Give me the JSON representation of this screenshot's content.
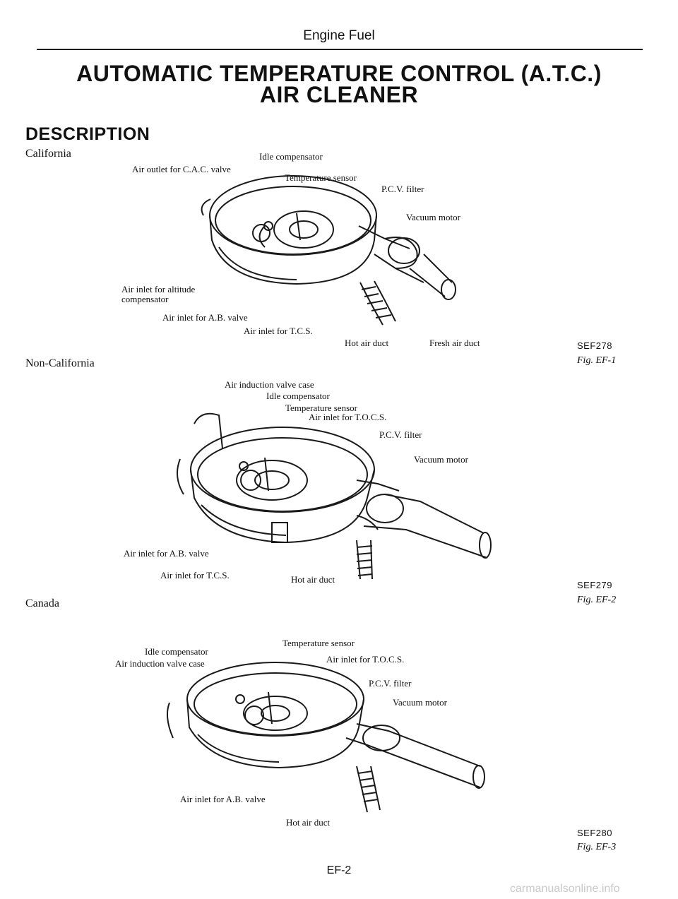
{
  "header": {
    "running_head": "Engine Fuel",
    "title_line1": "AUTOMATIC TEMPERATURE CONTROL (A.T.C.)",
    "title_line2": "AIR CLEANER"
  },
  "section": {
    "title": "DESCRIPTION"
  },
  "figures": [
    {
      "variant": "California",
      "code": "SEF278",
      "fig": "Fig. EF-1",
      "labels": {
        "idle_compensator": "Idle compensator",
        "air_outlet_cac": "Air outlet for C.A.C. valve",
        "temperature_sensor": "Temperature sensor",
        "pcv_filter": "P.C.V. filter",
        "vacuum_motor": "Vacuum motor",
        "air_inlet_altitude_1": "Air inlet for altitude",
        "air_inlet_altitude_2": "compensator",
        "air_inlet_ab": "Air inlet for A.B. valve",
        "air_inlet_tcs": "Air inlet for T.C.S.",
        "hot_air_duct": "Hot air duct",
        "fresh_air_duct": "Fresh air duct"
      }
    },
    {
      "variant": "Non-California",
      "code": "SEF279",
      "fig": "Fig. EF-2",
      "labels": {
        "air_induction_case": "Air induction valve case",
        "idle_compensator": "Idle compensator",
        "temperature_sensor": "Temperature sensor",
        "air_inlet_tocs": "Air inlet for T.O.C.S.",
        "pcv_filter": "P.C.V. filter",
        "vacuum_motor": "Vacuum motor",
        "air_inlet_ab": "Air inlet for A.B. valve",
        "air_inlet_tcs": "Air inlet for T.C.S.",
        "hot_air_duct": "Hot air duct"
      }
    },
    {
      "variant": "Canada",
      "code": "SEF280",
      "fig": "Fig. EF-3",
      "labels": {
        "temperature_sensor": "Temperature sensor",
        "idle_compensator": "Idle compensator",
        "air_inlet_tocs": "Air inlet for T.O.C.S.",
        "air_induction_case": "Air induction valve case",
        "pcv_filter": "P.C.V. filter",
        "vacuum_motor": "Vacuum motor",
        "air_inlet_ab": "Air inlet for A.B. valve",
        "hot_air_duct": "Hot air duct"
      }
    }
  ],
  "footer": {
    "page_number": "EF-2",
    "watermark": "carmanualsonline.info"
  }
}
